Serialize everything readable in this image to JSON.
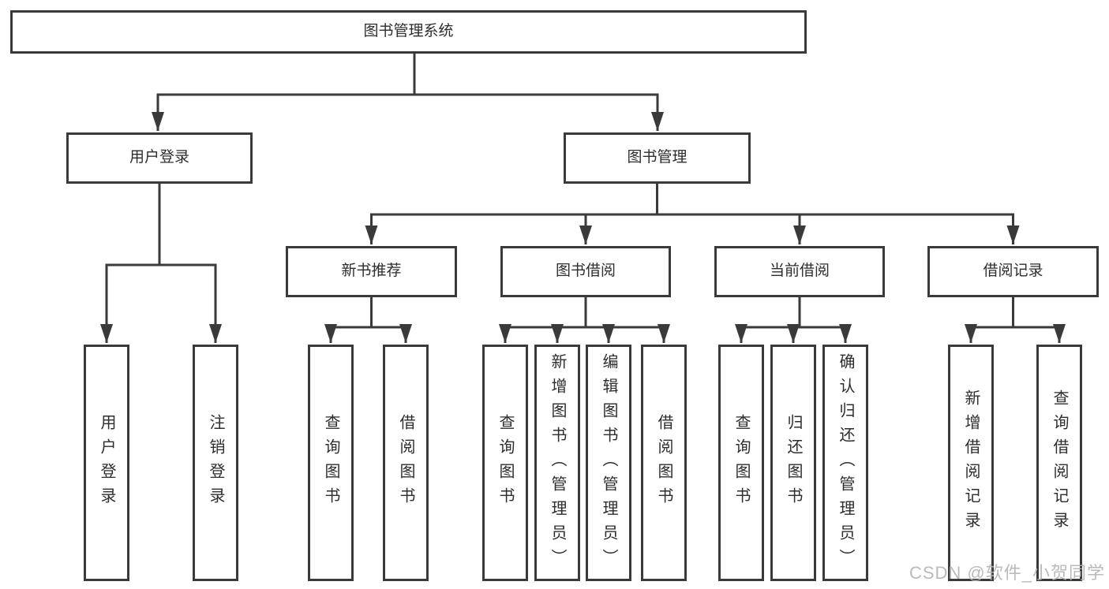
{
  "diagram": {
    "type": "tree-organization-chart",
    "line_color": "#3a3a3a",
    "text_color": "#2d2d2d",
    "background": "#ffffff",
    "tree": {
      "root": {
        "label": "图书管理系统"
      },
      "level2": [
        {
          "label": "用户登录",
          "parent": "图书管理系统"
        },
        {
          "label": "图书管理",
          "parent": "图书管理系统"
        }
      ],
      "level3": [
        {
          "label": "新书推荐",
          "parent": "图书管理"
        },
        {
          "label": "图书借阅",
          "parent": "图书管理"
        },
        {
          "label": "当前借阅",
          "parent": "图书管理"
        },
        {
          "label": "借阅记录",
          "parent": "图书管理"
        }
      ],
      "leaves": [
        {
          "label": "用户登录",
          "parent": "用户登录"
        },
        {
          "label": "注销登录",
          "parent": "用户登录"
        },
        {
          "label": "查询图书",
          "parent": "新书推荐"
        },
        {
          "label": "借阅图书",
          "parent": "新书推荐"
        },
        {
          "label": "查询图书",
          "parent": "图书借阅"
        },
        {
          "label": "新增图书（管理员）",
          "parent": "图书借阅"
        },
        {
          "label": "编辑图书（管理员）",
          "parent": "图书借阅"
        },
        {
          "label": "借阅图书",
          "parent": "图书借阅"
        },
        {
          "label": "查询图书",
          "parent": "当前借阅"
        },
        {
          "label": "归还图书",
          "parent": "当前借阅"
        },
        {
          "label": "确认归还（管理员）",
          "parent": "当前借阅"
        },
        {
          "label": "新增借阅记录",
          "parent": "借阅记录"
        },
        {
          "label": "查询借阅记录",
          "parent": "借阅记录"
        }
      ]
    }
  },
  "watermark": {
    "text": "CSDN @软件_小贺同学",
    "color": "#b3b3b3"
  }
}
